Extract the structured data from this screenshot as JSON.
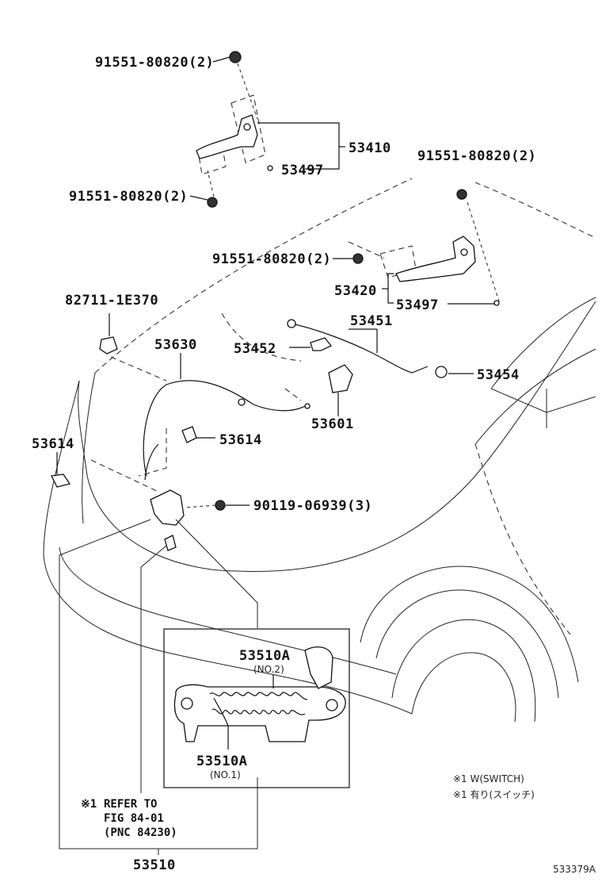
{
  "labels": {
    "bolt_top": "91551-80820(2)",
    "hinge_left": "53410",
    "seal_left": "53497",
    "bolt_left_lower": "91551-80820(2)",
    "bolt_right_top": "91551-80820(2)",
    "bolt_right_mid": "91551-80820(2)",
    "hinge_right": "53420",
    "seal_right": "53497",
    "clip": "82711-1E370",
    "release_cable": "53630",
    "hood_support_rod": "53451",
    "rod_holder": "53452",
    "rod_grommet": "53454",
    "release_lever": "53601",
    "cable_clamp_right": "53614",
    "cable_clamp_left": "53614",
    "lock_bolt": "90119-06939(3)",
    "spring_no2": "53510A",
    "spring_no2_sub": "(NO.2)",
    "spring_no1": "53510A",
    "spring_no1_sub": "(NO.1)",
    "hood_lock": "53510",
    "refer_mark": "※1",
    "refer_line1": "REFER TO",
    "refer_line2": "FIG 84-01",
    "refer_line3": "(PNC 84230)",
    "legend_line1": "※1  W(SWITCH)",
    "legend_line2": "※1  有り(スイッチ)",
    "diagram_id": "533379A"
  }
}
